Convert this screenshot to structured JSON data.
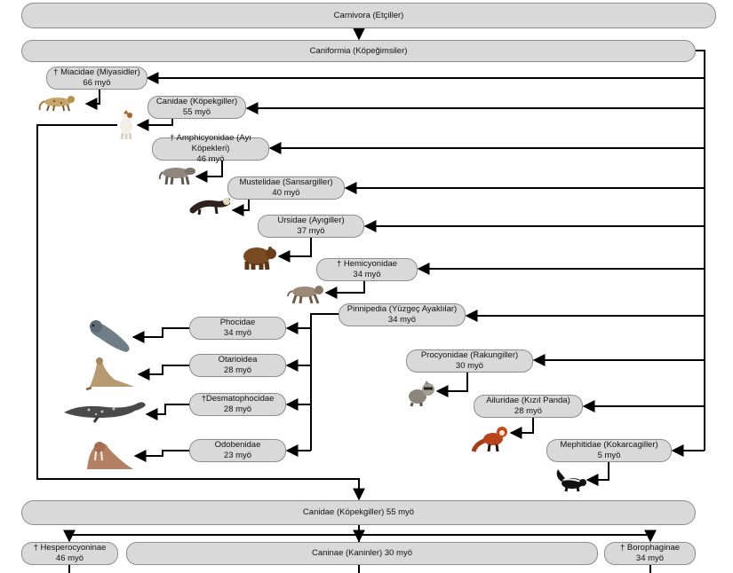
{
  "nodes": {
    "carnivora": {
      "name": "Carnivora (Etçiller)"
    },
    "caniformia": {
      "name": "Caniformia (Köpeğimsiler)"
    },
    "miacidae": {
      "name": "† Miacidae (Miyasidler)",
      "age": "66 myö"
    },
    "canidae": {
      "name": "Canidae (Köpekgiller)",
      "age": "55 myö"
    },
    "amphicyonidae": {
      "name": "† Amphicyonidae (Ayı Köpekleri)",
      "age": "46 myö"
    },
    "mustelidae": {
      "name": "Mustelidae (Sansargiller)",
      "age": "40 myö"
    },
    "ursidae": {
      "name": "Ursidae (Ayıgiller)",
      "age": "37 myö"
    },
    "hemicyonidae": {
      "name": "† Hemicyonidae",
      "age": "34 myö"
    },
    "pinnipedia": {
      "name": "Pinnipedia (Yüzgeç Ayaklılar)",
      "age": "34 myö"
    },
    "phocidae": {
      "name": "Phocidae",
      "age": "34 myö"
    },
    "otarioidea": {
      "name": "Otarioidea",
      "age": "28 myö"
    },
    "desmatophocidae": {
      "name": "†Desmatophocidae",
      "age": "28 myö"
    },
    "odobenidae": {
      "name": "Odobenidae",
      "age": "23 myö"
    },
    "procyonidae": {
      "name": "Procyonidae (Rakungiller)",
      "age": "30 myö"
    },
    "ailuridae": {
      "name": "Ailuridae (Kızıl Panda)",
      "age": "28 myö"
    },
    "mephitidae": {
      "name": "Mephitidae (Kokarcagiller)",
      "age": "5 myö"
    },
    "canidae_bottom": {
      "name": "Canidae (Köpekgiller) 55 myö"
    },
    "hesperocyoninae": {
      "name": "† Hesperocyoninae",
      "age": "46 myö"
    },
    "caninae": {
      "name": "Caninae (Kaninler) 30 myö"
    },
    "borophaginae": {
      "name": "† Borophaginae",
      "age": "34 myö"
    }
  },
  "animals": [
    "cat-like-icon",
    "dog-icon",
    "bear-dog-icon",
    "ferret-icon",
    "bear-icon",
    "hemicyonid-icon",
    "seal-icon",
    "sea-lion-icon",
    "spotted-seal-icon",
    "walrus-icon",
    "raccoon-icon",
    "red-panda-icon",
    "skunk-icon"
  ],
  "colors": {
    "box": "#d9d9d9",
    "box_border": "#8c8c8c",
    "line": "#000000"
  }
}
